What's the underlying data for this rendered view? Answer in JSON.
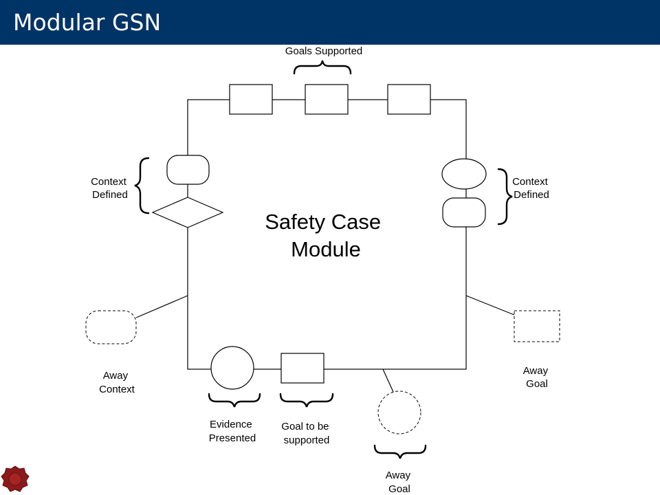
{
  "slide": {
    "title": "Modular GSN",
    "colors": {
      "title_bar": "#003366",
      "title_text": "#ffffff",
      "seal": "#8b1a1a"
    },
    "logo_icon": "seal-icon"
  },
  "diagram": {
    "center_label": [
      "Safety Case",
      "Module"
    ],
    "labels": {
      "goals_supported": "Goals Supported",
      "context_defined_left": [
        "Context",
        "Defined"
      ],
      "context_defined_right": [
        "Context",
        "Defined"
      ],
      "away_context": [
        "Away",
        "Context"
      ],
      "away_goal_right": [
        "Away",
        "Goal"
      ],
      "away_goal_bottom": [
        "Away",
        "Goal"
      ],
      "evidence_presented": [
        "Evidence",
        "Presented"
      ],
      "goal_to_be_supported": [
        "Goal to be",
        "supported"
      ]
    }
  }
}
